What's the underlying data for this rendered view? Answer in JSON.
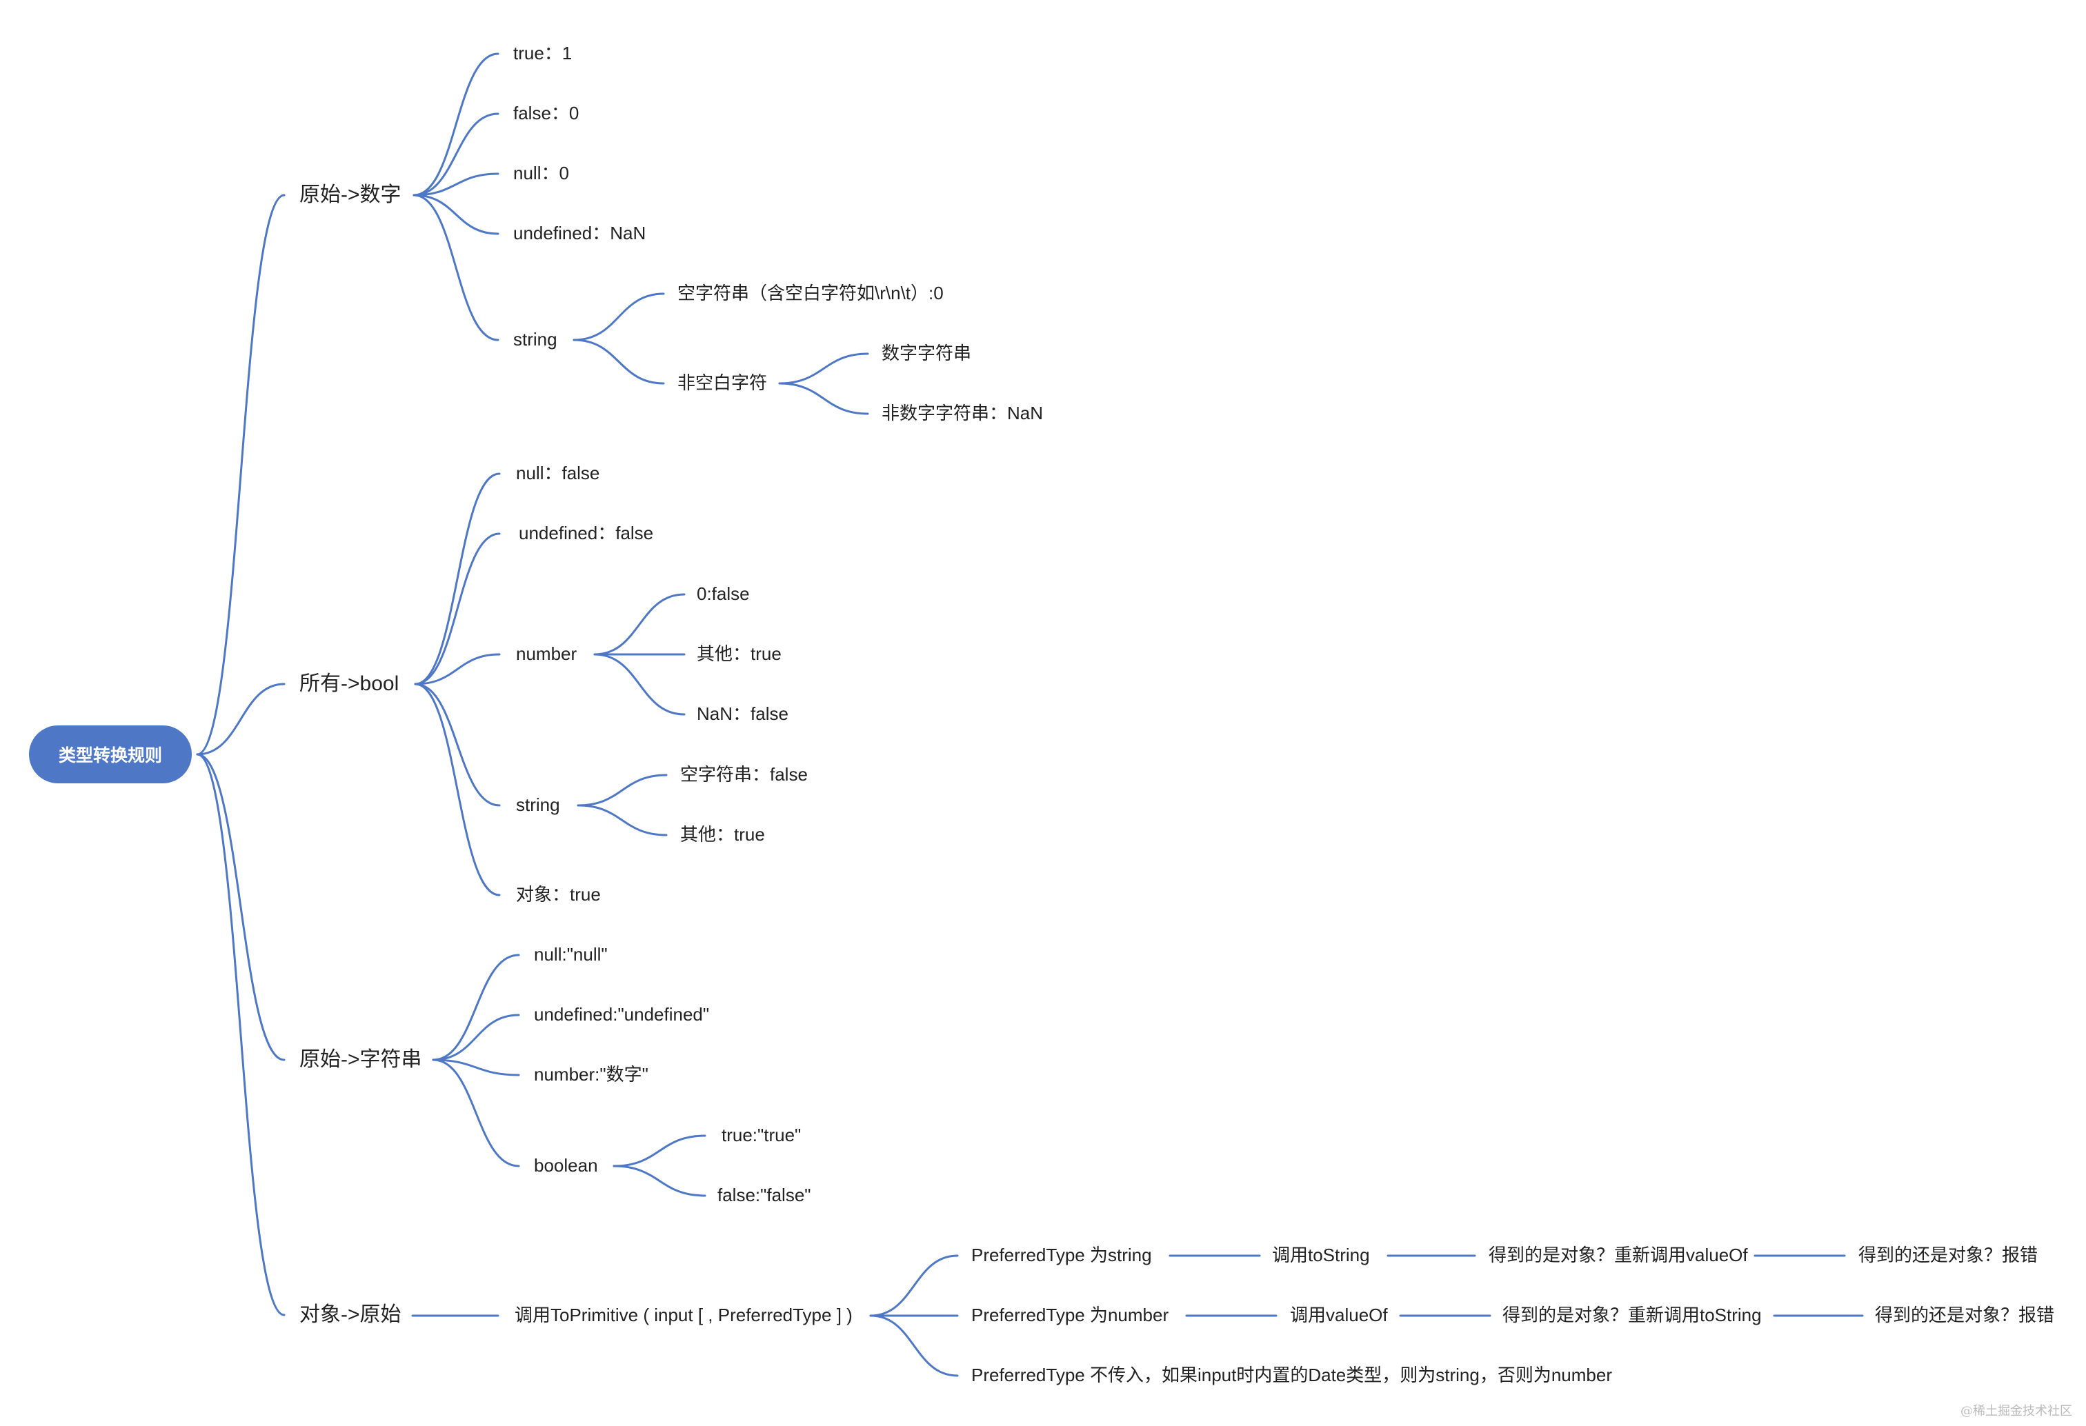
{
  "root": {
    "label": "类型转换规则"
  },
  "colors": {
    "line": "#4e78c6",
    "root_fill": "#4e78c6",
    "root_text": "#ffffff",
    "text": "#222222"
  },
  "branches": [
    {
      "label": "原始->数字",
      "children": [
        {
          "label": "true：1"
        },
        {
          "label": "false：0"
        },
        {
          "label": "null：0"
        },
        {
          "label": "undefined：NaN"
        },
        {
          "label": "string",
          "children": [
            {
              "label": "空字符串（含空白字符如\\r\\n\\t）:0"
            },
            {
              "label": "非空白字符",
              "children": [
                {
                  "label": "数字字符串"
                },
                {
                  "label": "非数字字符串：NaN"
                }
              ]
            }
          ]
        }
      ]
    },
    {
      "label": "所有->bool",
      "children": [
        {
          "label": "null：false"
        },
        {
          "label": "undefined：false"
        },
        {
          "label": "number",
          "children": [
            {
              "label": "0:false"
            },
            {
              "label": "其他：true"
            },
            {
              "label": "NaN：false"
            }
          ]
        },
        {
          "label": "string",
          "children": [
            {
              "label": "空字符串：false"
            },
            {
              "label": "其他：true"
            }
          ]
        },
        {
          "label": "对象：true"
        }
      ]
    },
    {
      "label": "原始->字符串",
      "children": [
        {
          "label": "null:\"null\""
        },
        {
          "label": "undefined:\"undefined\""
        },
        {
          "label": "number:\"数字\""
        },
        {
          "label": "boolean",
          "children": [
            {
              "label": "true:\"true\""
            },
            {
              "label": "false:\"false\""
            }
          ]
        }
      ]
    },
    {
      "label": "对象->原始",
      "children": [
        {
          "label": "调用ToPrimitive ( input [ , PreferredType ] )",
          "children": [
            {
              "label": "PreferredType 为string",
              "chain": [
                "调用toString",
                "得到的是对象？重新调用valueOf",
                "得到的还是对象？报错"
              ]
            },
            {
              "label": "PreferredType 为number",
              "chain": [
                "调用valueOf",
                "得到的是对象？重新调用toString",
                "得到的还是对象？报错"
              ]
            },
            {
              "label": "PreferredType 不传入，如果input时内置的Date类型，则为string，否则为number"
            }
          ]
        }
      ]
    }
  ],
  "watermark": "@稀土掘金技术社区"
}
